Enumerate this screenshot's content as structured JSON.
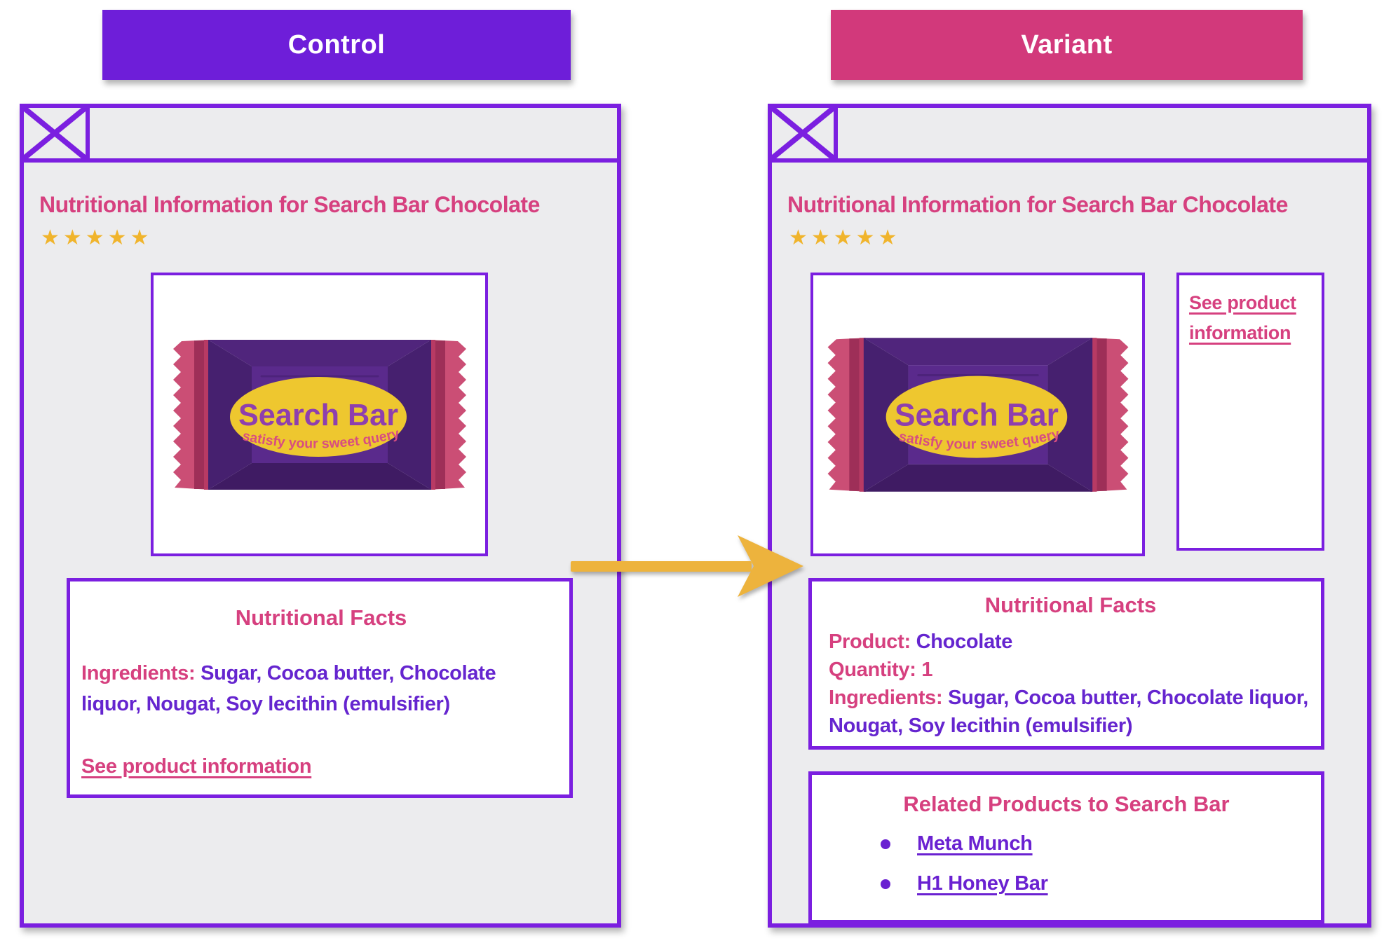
{
  "colors": {
    "frame_purple": "#7b1fe0",
    "banner_purple": "#6e1ed9",
    "banner_pink": "#d2397b",
    "text_pink": "#d6407f",
    "text_purple": "#6525cf",
    "link_purple": "#6a21d1",
    "star_gold": "#f0b42c",
    "arrow_gold": "#edb33d",
    "window_background": "#ececee"
  },
  "product_image": {
    "brand": "Search Bar",
    "tagline": "satisfy your sweet query"
  },
  "control": {
    "banner_label": "Control",
    "window": {
      "title": "Nutritional Information for Search Bar Chocolate",
      "stars": "★★★★★",
      "facts": {
        "heading": "Nutritional Facts",
        "ingredients_label": "Ingredients:",
        "ingredients_value": "Sugar, Cocoa butter, Chocolate liquor, Nougat, Soy lecithin (emulsifier)",
        "link_label": "See product information"
      }
    }
  },
  "variant": {
    "banner_label": "Variant",
    "window": {
      "title": "Nutritional Information for Search Bar Chocolate",
      "stars": "★★★★★",
      "side_link_label": "See product information",
      "facts": {
        "heading": "Nutritional Facts",
        "product_label": "Product:",
        "product_value": "Chocolate",
        "quantity_label": "Quantity:",
        "quantity_value": "1",
        "ingredients_label": "Ingredients:",
        "ingredients_value": "Sugar, Cocoa butter, Chocolate liquor, Nougat, Soy lecithin (emulsifier)"
      },
      "related": {
        "heading": "Related Products to Search Bar",
        "items": [
          "Meta Munch",
          "H1 Honey Bar"
        ]
      }
    }
  }
}
